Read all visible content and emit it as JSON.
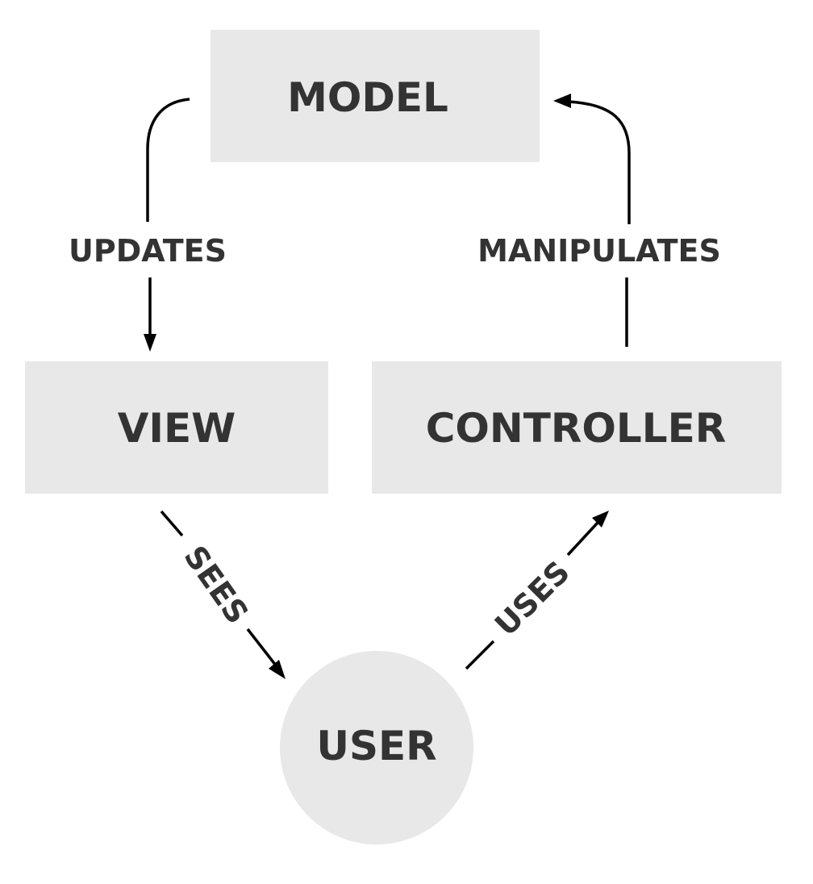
{
  "nodes": {
    "model": {
      "label": "MODEL"
    },
    "view": {
      "label": "VIEW"
    },
    "controller": {
      "label": "CONTROLLER"
    },
    "user": {
      "label": "USER"
    }
  },
  "edges": {
    "updates": {
      "label": "UPDATES",
      "from": "MODEL",
      "to": "VIEW"
    },
    "manipulates": {
      "label": "MANIPULATES",
      "from": "CONTROLLER",
      "to": "MODEL"
    },
    "sees": {
      "label": "SEES",
      "from": "VIEW",
      "to": "USER"
    },
    "uses": {
      "label": "USES",
      "from": "USER",
      "to": "CONTROLLER"
    }
  },
  "colors": {
    "node_fill": "#e8e8e8",
    "text": "#333333",
    "arrow": "#000000",
    "background": "#ffffff"
  }
}
